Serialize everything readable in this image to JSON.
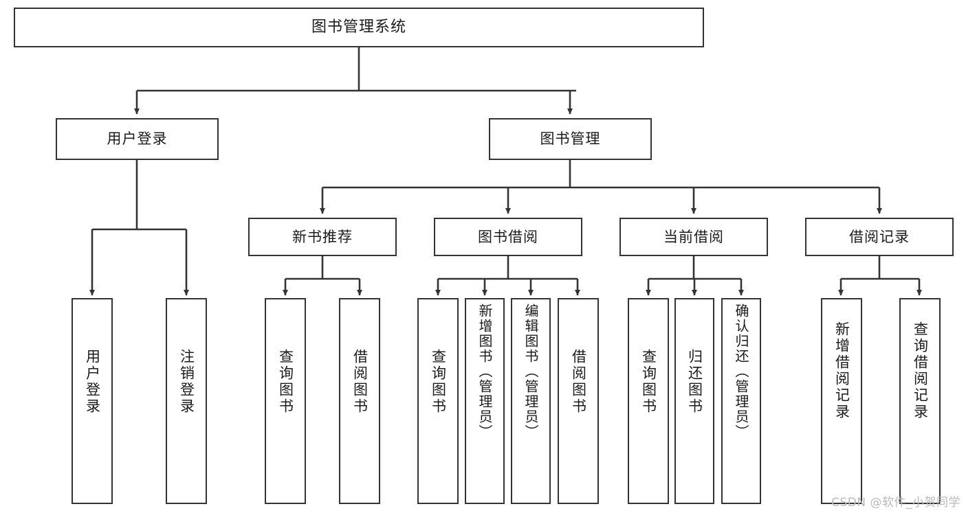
{
  "diagram": {
    "type": "tree-hierarchy",
    "title": "图书管理系统",
    "background_color": "#ffffff",
    "line_color": "#333333",
    "box_fill": "#ffffff",
    "watermark": "CSDN @软件_小贺同学",
    "levels": 3,
    "root": {
      "id": "root",
      "label": "图书管理系统",
      "orientation": "horizontal"
    },
    "level2": [
      {
        "id": "user-login",
        "label": "用户登录",
        "orientation": "horizontal"
      },
      {
        "id": "book-manage",
        "label": "图书管理",
        "orientation": "horizontal"
      }
    ],
    "level3": [
      {
        "id": "new-book-recommend",
        "label": "新书推荐",
        "orientation": "horizontal",
        "parent": "book-manage"
      },
      {
        "id": "book-borrow",
        "label": "图书借阅",
        "orientation": "horizontal",
        "parent": "book-manage"
      },
      {
        "id": "current-borrow",
        "label": "当前借阅",
        "orientation": "horizontal",
        "parent": "book-manage"
      },
      {
        "id": "borrow-record",
        "label": "借阅记录",
        "orientation": "horizontal",
        "parent": "book-manage"
      }
    ],
    "leaves": [
      {
        "id": "leaf-user-login",
        "label": "用户登录",
        "parent": "user-login",
        "orientation": "vertical"
      },
      {
        "id": "leaf-logout-login",
        "label": "注销登录",
        "parent": "user-login",
        "orientation": "vertical"
      },
      {
        "id": "leaf-query-book-1",
        "label": "查询图书",
        "parent": "new-book-recommend",
        "orientation": "vertical"
      },
      {
        "id": "leaf-borrow-book-1",
        "label": "借阅图书",
        "parent": "new-book-recommend",
        "orientation": "vertical"
      },
      {
        "id": "leaf-query-book-2",
        "label": "查询图书",
        "parent": "book-borrow",
        "orientation": "vertical"
      },
      {
        "id": "leaf-add-book",
        "label": "新增图书（管理员）",
        "parent": "book-borrow",
        "orientation": "vertical"
      },
      {
        "id": "leaf-edit-book",
        "label": "编辑图书（管理员）",
        "parent": "book-borrow",
        "orientation": "vertical"
      },
      {
        "id": "leaf-borrow-book-2",
        "label": "借阅图书",
        "parent": "book-borrow",
        "orientation": "vertical"
      },
      {
        "id": "leaf-query-book-3",
        "label": "查询图书",
        "parent": "current-borrow",
        "orientation": "vertical"
      },
      {
        "id": "leaf-return-book",
        "label": "归还图书",
        "parent": "current-borrow",
        "orientation": "vertical"
      },
      {
        "id": "leaf-confirm-return",
        "label": "确认归还（管理员）",
        "parent": "current-borrow",
        "orientation": "vertical"
      },
      {
        "id": "leaf-add-record",
        "label": "新增借阅记录",
        "parent": "borrow-record",
        "orientation": "vertical"
      },
      {
        "id": "leaf-query-record",
        "label": "查询借阅记录",
        "parent": "borrow-record",
        "orientation": "vertical"
      }
    ]
  }
}
